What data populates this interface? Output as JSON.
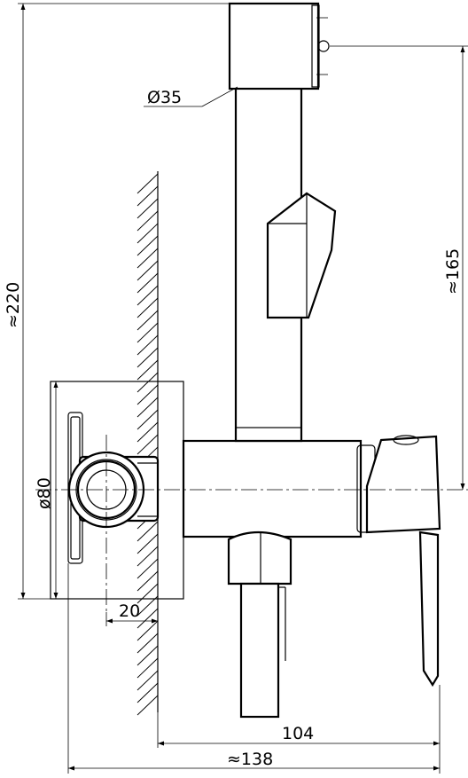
{
  "drawing": {
    "dimensions": {
      "pipe_diameter": "Ø35",
      "total_height": "≈220",
      "hose_height": "≈165",
      "plate_diameter": "ø80",
      "wall_offset": "20",
      "body_depth": "104",
      "total_depth": "≈138"
    }
  }
}
